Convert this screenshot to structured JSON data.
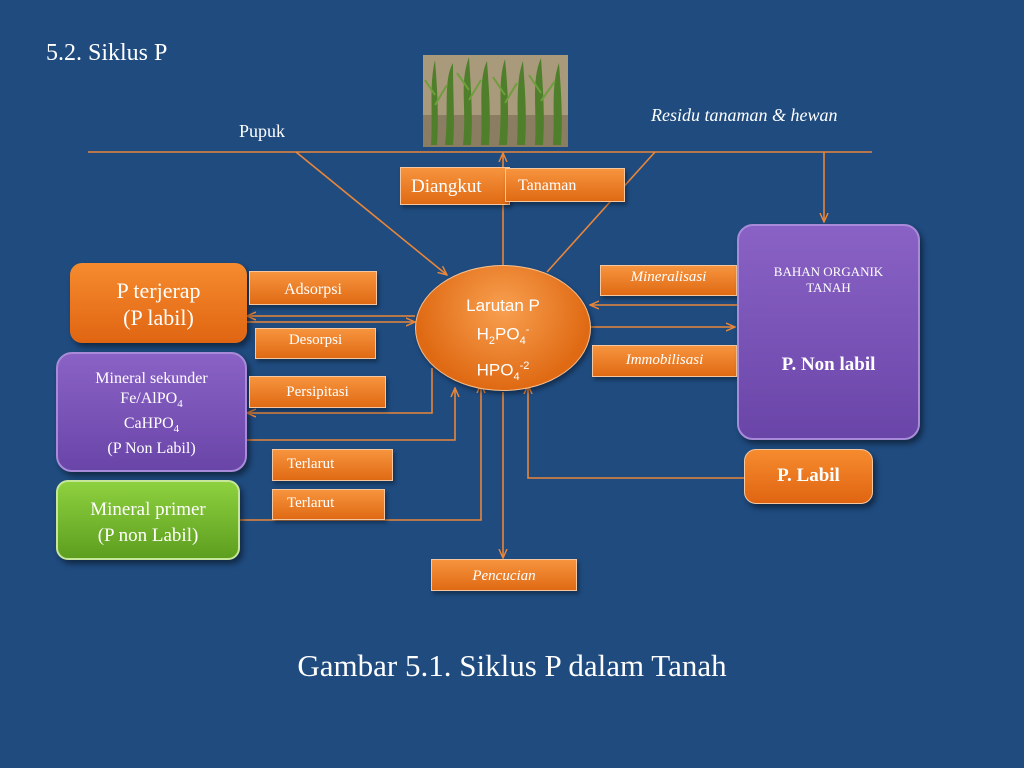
{
  "title": "5.2. Siklus P",
  "caption": "Gambar  5.1. Siklus  P dalam Tanah",
  "labels": {
    "pupuk": "Pupuk",
    "residu": "Residu tanaman & hewan"
  },
  "center": {
    "line1": "Larutan P",
    "h2po4_base": "H",
    "h2po4_sub": "2",
    "h2po4_mid": "PO",
    "h2po4_sub2": "4",
    "h2po4_sup": "-",
    "hpo4_base": "HPO",
    "hpo4_sub": "4",
    "hpo4_sup": "-2"
  },
  "process_labels": {
    "diangkut": "Diangkut",
    "tanaman": "Tanaman",
    "adsorpsi": "Adsorpsi",
    "desorpsi": "Desorpsi",
    "persipitasi": "Persipitasi",
    "terlarut1": "Terlarut",
    "terlarut2": "Terlarut",
    "mineralisasi": "Mineralisasi",
    "immobilisasi": "Immobilisasi",
    "pencucian": "Pencucian"
  },
  "pools": {
    "p_terjerap_line1": "P  terjerap",
    "p_terjerap_line2": "(P labil)",
    "mineral_sekunder_line1": "Mineral sekunder",
    "mineral_sekunder_line2_base": "Fe/AlPO",
    "mineral_sekunder_line2_sub": "4",
    "mineral_sekunder_line3_base": "CaHPO",
    "mineral_sekunder_line3_sub": "4",
    "mineral_sekunder_line4": "(P Non Labil)",
    "mineral_primer_line1": "Mineral primer",
    "mineral_primer_line2": "(P non Labil)",
    "bahan_organik_line1": "BAHAN ORGANIK",
    "bahan_organik_line2": "TANAH",
    "p_non_labil": "P. Non labil",
    "p_labil": "P. Labil"
  },
  "colors": {
    "background": "#1f4b7f",
    "orange": "#f07a22",
    "purple": "#7a55b8",
    "green": "#72b52e",
    "arrow": "#e8863a"
  },
  "icons": {
    "photo": "corn-field-photo"
  }
}
